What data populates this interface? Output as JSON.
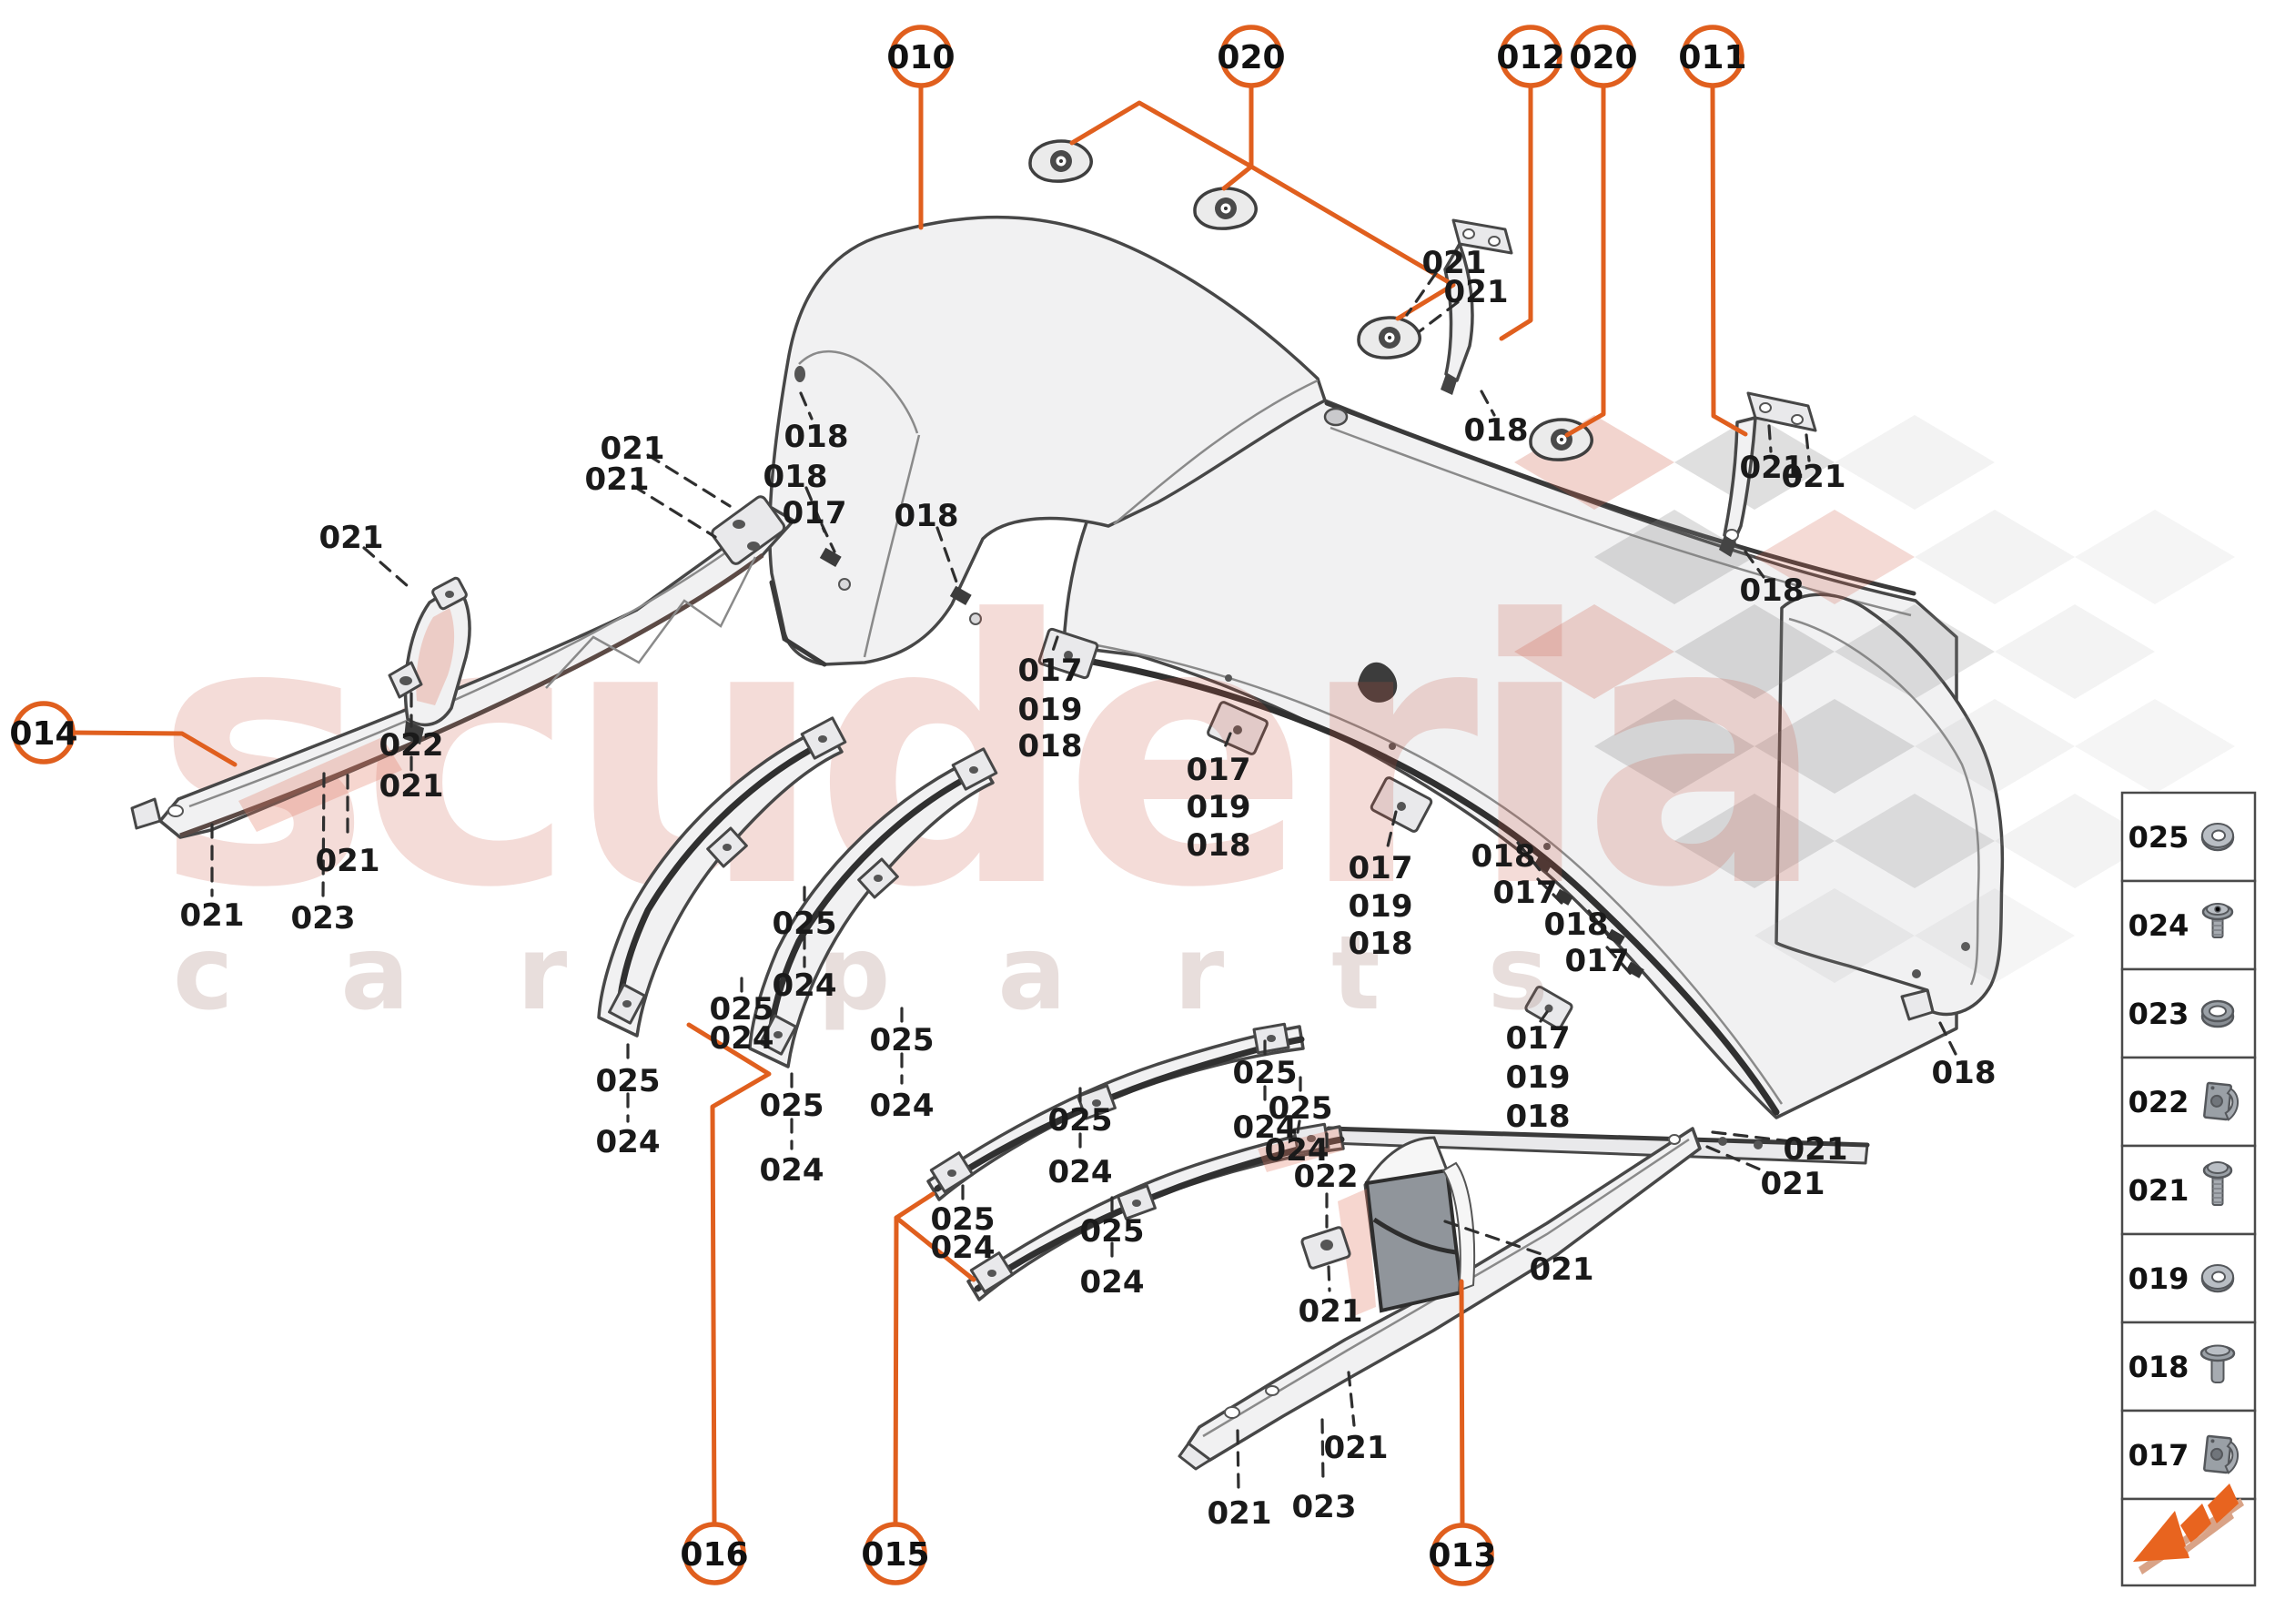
{
  "watermark": {
    "line1": "scuderia",
    "line2": "car parts"
  },
  "colors": {
    "accent": "#e05f1e",
    "outline": "#474747",
    "watermark_red": "#c6523e",
    "logo_tan": "#d9a387"
  },
  "callouts": [
    {
      "id": "c010",
      "label": "010"
    },
    {
      "id": "c020a",
      "label": "020"
    },
    {
      "id": "c012",
      "label": "012"
    },
    {
      "id": "c020b",
      "label": "020"
    },
    {
      "id": "c011",
      "label": "011"
    },
    {
      "id": "c014",
      "label": "014"
    },
    {
      "id": "c016",
      "label": "016"
    },
    {
      "id": "c015",
      "label": "015"
    },
    {
      "id": "c013",
      "label": "013"
    }
  ],
  "annotations": [
    {
      "t": "018"
    },
    {
      "t": "018"
    },
    {
      "t": "017"
    },
    {
      "t": "018"
    },
    {
      "t": "021"
    },
    {
      "t": "021"
    },
    {
      "t": "018"
    },
    {
      "t": "021"
    },
    {
      "t": "021"
    },
    {
      "t": "018"
    },
    {
      "t": "021"
    },
    {
      "t": "021"
    },
    {
      "t": "021"
    },
    {
      "t": "022"
    },
    {
      "t": "021"
    },
    {
      "t": "021"
    },
    {
      "t": "023"
    },
    {
      "t": "021"
    },
    {
      "t": "017"
    },
    {
      "t": "019"
    },
    {
      "t": "018"
    },
    {
      "t": "017"
    },
    {
      "t": "019"
    },
    {
      "t": "018"
    },
    {
      "t": "017"
    },
    {
      "t": "019"
    },
    {
      "t": "018"
    },
    {
      "t": "018"
    },
    {
      "t": "017"
    },
    {
      "t": "018"
    },
    {
      "t": "017"
    },
    {
      "t": "017"
    },
    {
      "t": "019"
    },
    {
      "t": "018"
    },
    {
      "t": "018"
    },
    {
      "t": "025"
    },
    {
      "t": "024"
    },
    {
      "t": "025"
    },
    {
      "t": "024"
    },
    {
      "t": "025"
    },
    {
      "t": "024"
    },
    {
      "t": "025"
    },
    {
      "t": "024"
    },
    {
      "t": "025"
    },
    {
      "t": "024"
    },
    {
      "t": "025"
    },
    {
      "t": "024"
    },
    {
      "t": "025"
    },
    {
      "t": "024"
    },
    {
      "t": "025"
    },
    {
      "t": "024"
    },
    {
      "t": "025"
    },
    {
      "t": "024"
    },
    {
      "t": "025"
    },
    {
      "t": "024"
    },
    {
      "t": "022"
    },
    {
      "t": "021"
    },
    {
      "t": "021"
    },
    {
      "t": "021"
    },
    {
      "t": "023"
    },
    {
      "t": "021"
    },
    {
      "t": "021"
    },
    {
      "t": "021"
    }
  ],
  "legend": {
    "rows": [
      {
        "num": "025",
        "icon": "washer-icon"
      },
      {
        "num": "024",
        "icon": "screw-short-icon"
      },
      {
        "num": "023",
        "icon": "grommet-icon"
      },
      {
        "num": "022",
        "icon": "clip-nut-icon"
      },
      {
        "num": "021",
        "icon": "screw-long-icon"
      },
      {
        "num": "019",
        "icon": "washer-icon"
      },
      {
        "num": "018",
        "icon": "rivet-icon"
      },
      {
        "num": "017",
        "icon": "clip-nut-icon"
      }
    ],
    "logo": "scuderia-arrow-logo"
  }
}
